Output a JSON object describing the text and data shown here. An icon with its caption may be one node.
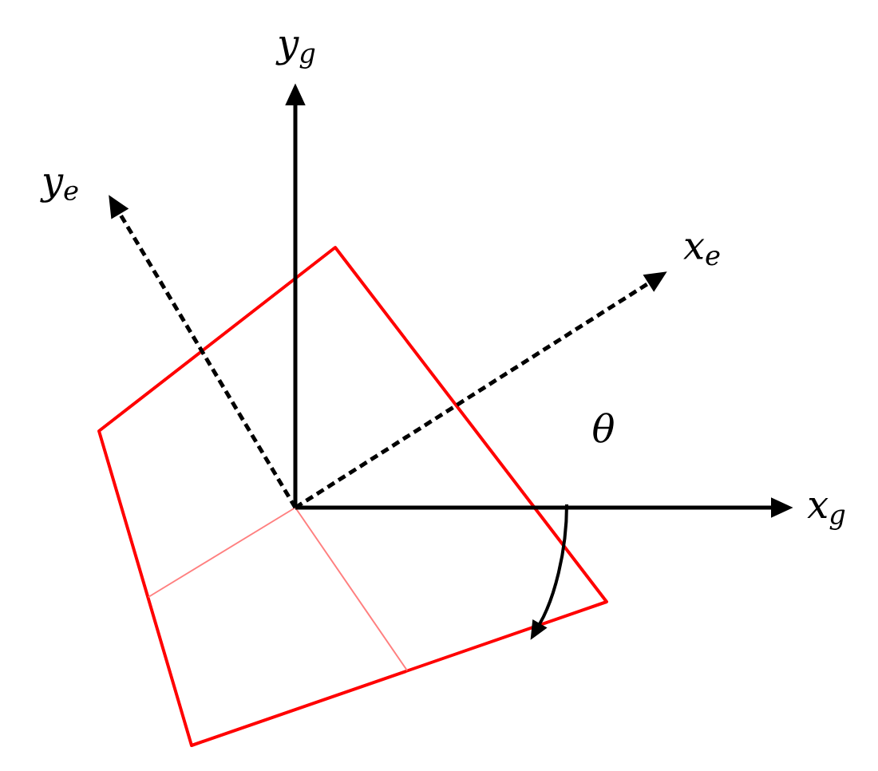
{
  "diagram": {
    "labels": [
      "y$_{g}$",
      "y$_{e}$",
      "x$_{e}$",
      "θ",
      "x$_{g}$"
    ]
  }
}
